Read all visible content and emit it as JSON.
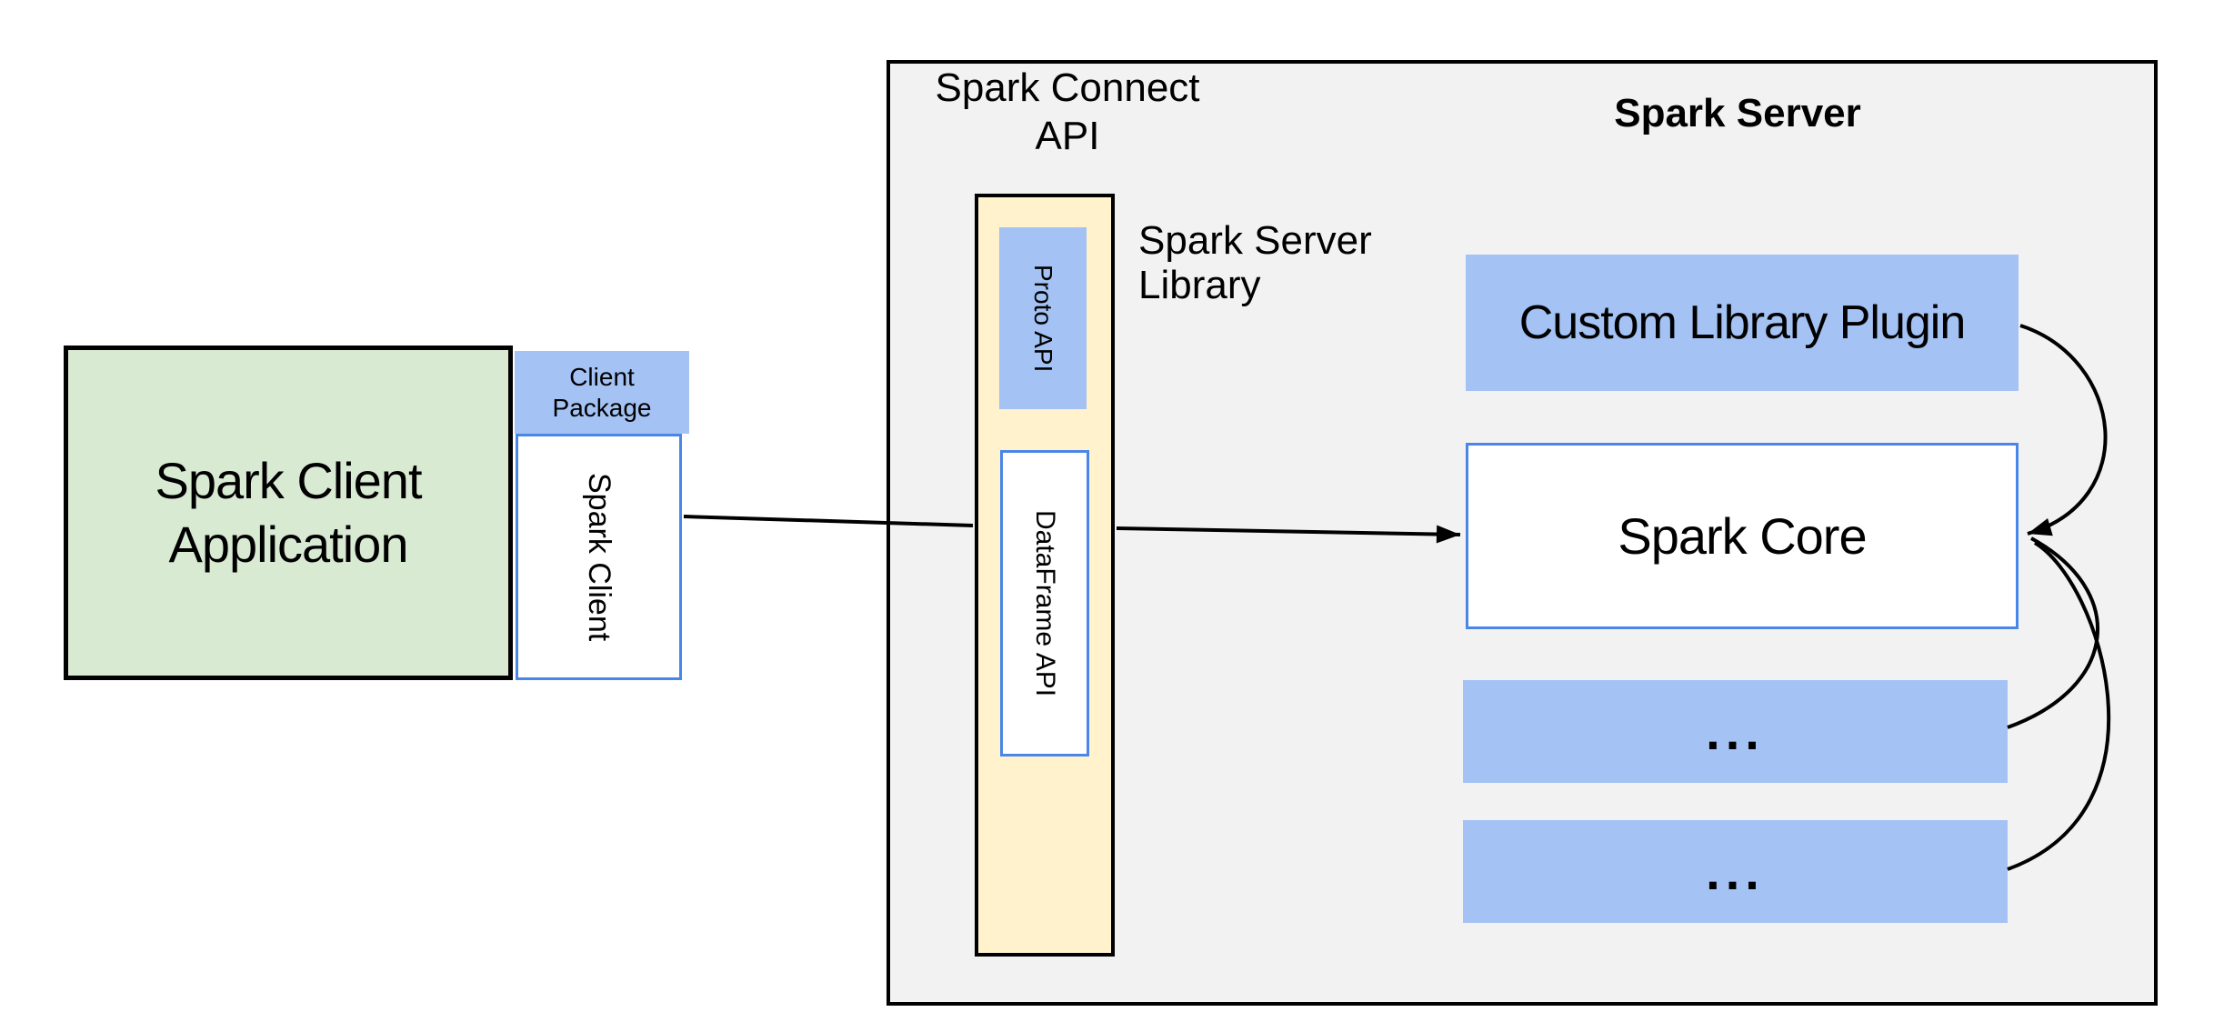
{
  "client": {
    "application_label": "Spark Client\nApplication",
    "package_label": "Client\nPackage",
    "spark_client_label": "Spark Client"
  },
  "connect": {
    "api_label": "Spark Connect\nAPI",
    "proto_api_label": "Proto API",
    "dataframe_api_label": "DataFrame API",
    "server_library_label": "Spark Server\nLibrary"
  },
  "server": {
    "title": "Spark Server",
    "custom_plugin_label": "Custom Library Plugin",
    "spark_core_label": "Spark Core",
    "ellipsis_box_1_label": "...",
    "ellipsis_box_2_label": "..."
  },
  "colors": {
    "client_app_fill": "#D9EAD3",
    "plugin_fill": "#A4C2F4",
    "api_column_fill": "#FFF2CC",
    "server_fill": "#F2F2F2",
    "box_border_blue": "#4A86E8",
    "line_color": "#000000"
  }
}
